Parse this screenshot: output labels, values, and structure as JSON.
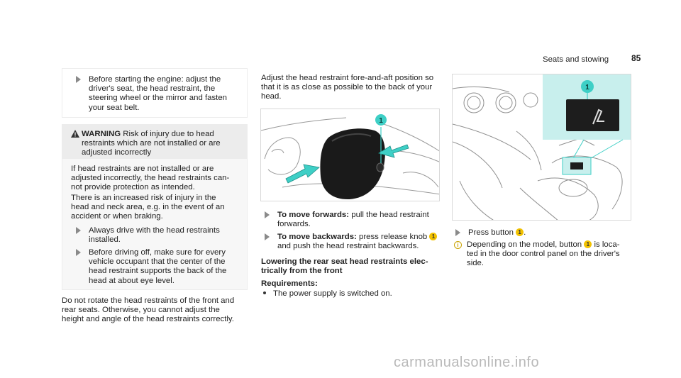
{
  "header": {
    "section": "Seats and stowing",
    "page": "85"
  },
  "col1": {
    "bullet1": [
      "Before starting the engine: adjust the",
      "driver's seat, the head restraint, the",
      "steering wheel or the mirror and fasten",
      "your seat belt."
    ],
    "warning": {
      "title": "WARNING",
      "head": [
        "Risk of injury due to head",
        "restraints which are not installed or are",
        "adjusted incorrectly"
      ],
      "p1": [
        "If head restraints are not installed or are",
        "adjusted incorrectly, the head restraints can-",
        "not provide protection as intended."
      ],
      "p2": [
        "There is an increased risk of injury in the",
        "head and neck area, e.g. in the event of an",
        "accident or when braking."
      ],
      "b1": [
        "Always drive with the head restraints",
        "installed."
      ],
      "b2": [
        "Before driving off, make sure for every",
        "vehicle occupant that the center of the",
        "head restraint supports the back of the",
        "head at about eye level."
      ]
    },
    "footer": [
      "Do not rotate the head restraints of the front and",
      "rear seats. Otherwise, you cannot adjust the",
      "height and angle of the head restraints correctly."
    ]
  },
  "col2": {
    "intro": [
      "Adjust the head restraint fore-and-aft position so",
      "that it is as close as possible to the back of your",
      "head."
    ],
    "forward_label": "To move forwards:",
    "forward_text": [
      "pull the head restraint",
      "forwards."
    ],
    "back_label": "To move backwards:",
    "back_text_a": "press release knob",
    "back_text_b": "and push the head restraint backwards.",
    "heading": [
      "Lowering the rear seat head restraints elec-",
      "trically from the front"
    ],
    "req_label": "Requirements:",
    "req_item": "The power supply is switched on.",
    "marker": "1"
  },
  "col3": {
    "press": "Press button",
    "info": [
      "Depending on the model, button",
      "is loca-",
      "ted in the door control panel on the driver's",
      "side."
    ],
    "marker": "1"
  },
  "watermark": "carmanualsonline.info",
  "colors": {
    "accent": "#3ecfc6",
    "accent_light": "#c8efed",
    "marker": "#f2c200"
  }
}
